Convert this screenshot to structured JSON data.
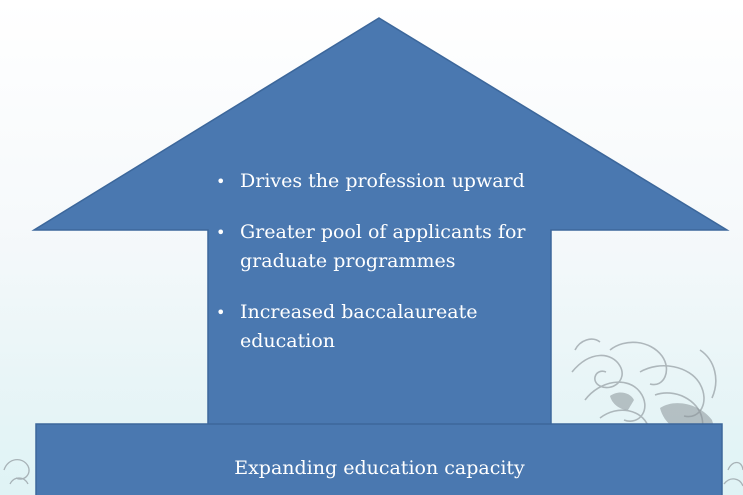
{
  "colors": {
    "arrow_fill": "#4a78b0",
    "arrow_stroke": "#3c679b",
    "base_fill": "#4a78b0",
    "text": "#ffffff",
    "decoration": "#9aa3a8"
  },
  "arrow": {
    "bullets": [
      "Drives the profession upward",
      "Greater pool of applicants for graduate programmes",
      "Increased baccalaureate education"
    ]
  },
  "base": {
    "label": "Expanding education capacity"
  },
  "decorations": [
    "dragon-watermark-icon",
    "scroll-ornament-icon"
  ]
}
